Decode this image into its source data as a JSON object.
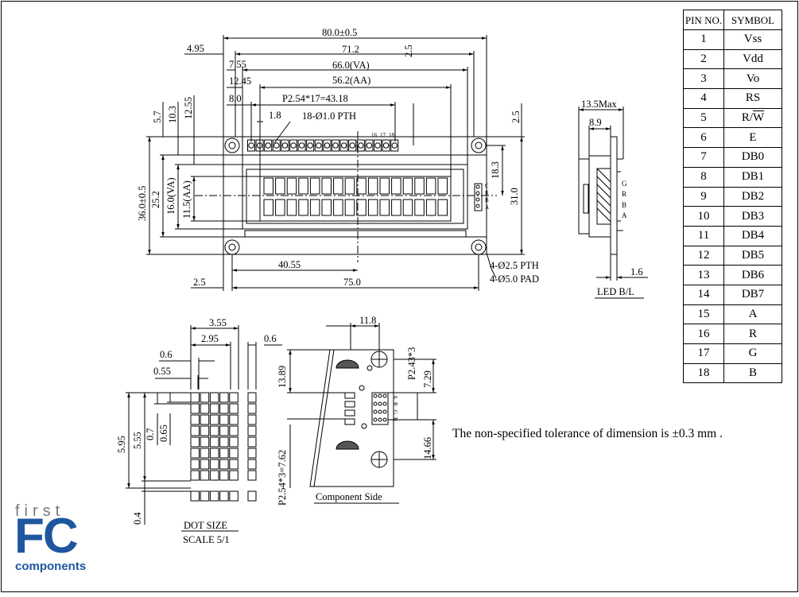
{
  "top_view": {
    "dims": {
      "overall_width": "80.0±0.5",
      "pcb_width": "71.2",
      "va_width": "66.0(VA)",
      "aa_width": "56.2(AA)",
      "pitch": "P2.54*17=43.18",
      "holes": "18-Ø1.0 PTH",
      "left_4_95": "4.95",
      "left_7_55": "7.55",
      "left_12_45": "12.45",
      "left_8_0": "8.0",
      "pin_1_8": "1.8",
      "right_2_5": "2.5",
      "v_5_7": "5.7",
      "v_10_3": "10.3",
      "v_12_55": "12.55",
      "right_top_2_5": "2.5",
      "overall_height": "36.0±0.5",
      "pcb_height": "25.2",
      "va_height": "16.0(VA)",
      "aa_height": "11.5(AA)",
      "h_18_3": "18.3",
      "h_31_0": "31.0",
      "mount_40_55": "40.55",
      "mount_75_0": "75.0",
      "bottom_2_5": "2.5",
      "mount_holes": "4-Ø2.5 PTH",
      "mount_pads": "4-Ø5.0 PAD",
      "pin_labels": [
        "16",
        "17",
        "18"
      ],
      "led_pins": [
        "C",
        "R",
        "B",
        "A"
      ]
    }
  },
  "side_view": {
    "max_thickness": "13.5Max",
    "dim_8_9": "8.9",
    "dim_1_6": "1.6",
    "led_label": "LED B/L",
    "pins": [
      "G",
      "R",
      "B",
      "A"
    ]
  },
  "dot_detail": {
    "w_3_55": "3.55",
    "w_2_95": "2.95",
    "w_0_6": "0.6",
    "w_0_55": "0.55",
    "right_0_6": "0.6",
    "h_5_95": "5.95",
    "h_5_55": "5.55",
    "h_0_7": "0.7",
    "h_0_65": "0.65",
    "h_0_4": "0.4",
    "title": "DOT SIZE",
    "scale": "SCALE 5/1"
  },
  "component_side": {
    "w_11_8": "11.8",
    "p_2_43": "P2.43*3",
    "v_7_29": "7.29",
    "v_13_89": "13.89",
    "v_14_66": "14.66",
    "p_7_62": "P2.54*3=7.62",
    "pins": [
      "A",
      "R",
      "G",
      "B"
    ],
    "title": "Component Side"
  },
  "pin_table": {
    "headers": [
      "PIN NO.",
      "SYMBOL"
    ],
    "rows": [
      [
        "1",
        "Vss"
      ],
      [
        "2",
        "Vdd"
      ],
      [
        "3",
        "Vo"
      ],
      [
        "4",
        "RS"
      ],
      [
        "5",
        "R/W"
      ],
      [
        "6",
        "E"
      ],
      [
        "7",
        "DB0"
      ],
      [
        "8",
        "DB1"
      ],
      [
        "9",
        "DB2"
      ],
      [
        "10",
        "DB3"
      ],
      [
        "11",
        "DB4"
      ],
      [
        "12",
        "DB5"
      ],
      [
        "13",
        "DB6"
      ],
      [
        "14",
        "DB7"
      ],
      [
        "15",
        "A"
      ],
      [
        "16",
        "R"
      ],
      [
        "17",
        "G"
      ],
      [
        "18",
        "B"
      ]
    ]
  },
  "tolerance_note": "The non-specified tolerance of dimension is ±0.3 mm .",
  "logo": {
    "line1": "first",
    "line2": "FC",
    "line3": "components",
    "color": "#1e57a0"
  }
}
